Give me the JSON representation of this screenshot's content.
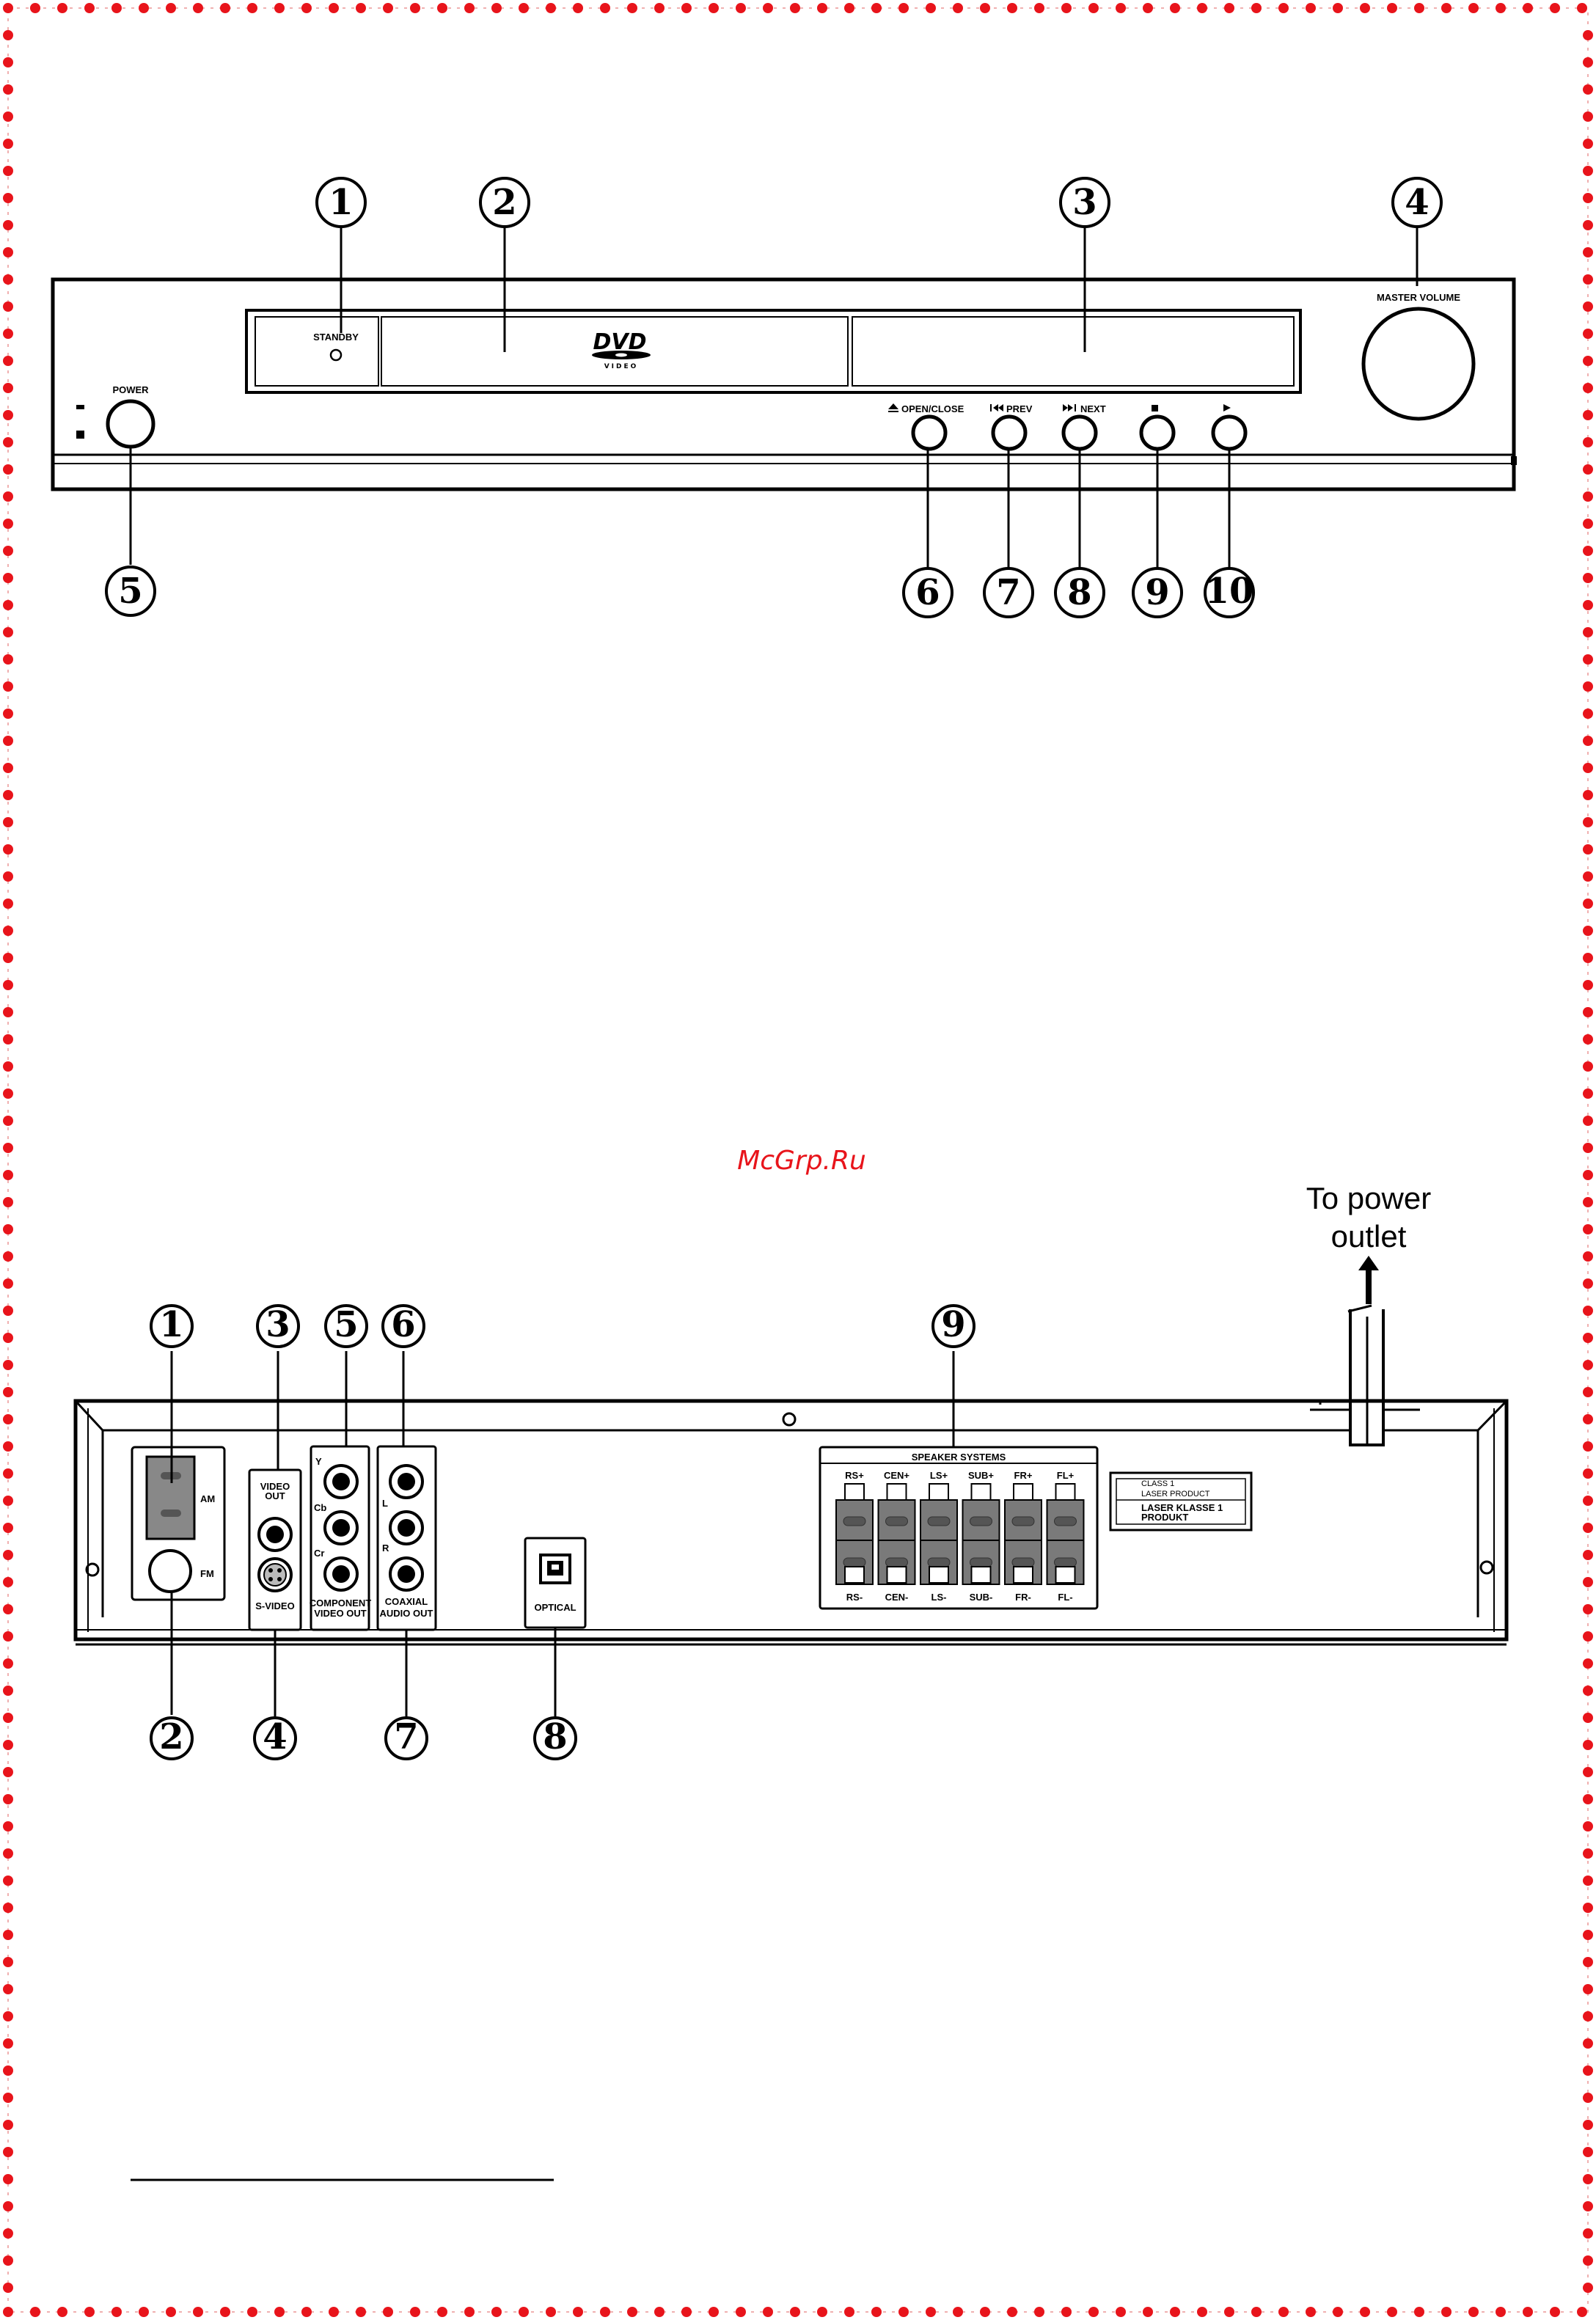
{
  "watermark": "McGrp.Ru",
  "border": {
    "dot_color": "#e8141b",
    "line_color": "#f0b0b0"
  },
  "front_panel": {
    "callouts": [
      "1",
      "2",
      "3",
      "4",
      "5",
      "6",
      "7",
      "8",
      "9",
      "10"
    ],
    "standby_label": "STANDBY",
    "dvd_logo": {
      "top": "DVD",
      "bottom": "VIDEO"
    },
    "master_volume_label": "MASTER VOLUME",
    "power_label": "POWER",
    "buttons": [
      {
        "label": "OPEN/CLOSE",
        "icon": "eject-icon"
      },
      {
        "label": "PREV",
        "icon": "prev-icon"
      },
      {
        "label": "NEXT",
        "icon": "next-icon"
      },
      {
        "label": "",
        "icon": "stop-icon"
      },
      {
        "label": "",
        "icon": "play-icon"
      }
    ]
  },
  "rear_panel": {
    "callouts": [
      "1",
      "2",
      "3",
      "4",
      "5",
      "6",
      "7",
      "8",
      "9"
    ],
    "power_outlet_text": [
      "To power",
      "outlet"
    ],
    "am_label": "AM",
    "fm_label": "FM",
    "video_out_label": [
      "VIDEO",
      "OUT"
    ],
    "s_video_label": "S-VIDEO",
    "component": {
      "y": "Y",
      "cb": "Cb",
      "cr": "Cr",
      "label": [
        "COMPONENT",
        "VIDEO OUT"
      ]
    },
    "coaxial": {
      "l": "L",
      "r": "R",
      "label": [
        "COAXIAL",
        "AUDIO OUT"
      ]
    },
    "optical_label": "OPTICAL",
    "speaker_title": "SPEAKER SYSTEMS",
    "speaker_top_labels": [
      "RS+",
      "CEN+",
      "LS+",
      "SUB+",
      "FR+",
      "FL+"
    ],
    "speaker_bottom_labels": [
      "RS-",
      "CEN-",
      "LS-",
      "SUB-",
      "FR-",
      "FL-"
    ],
    "laser_label": [
      "CLASS 1",
      "LASER PRODUCT",
      "LASER KLASSE 1",
      "PRODUKT"
    ]
  }
}
